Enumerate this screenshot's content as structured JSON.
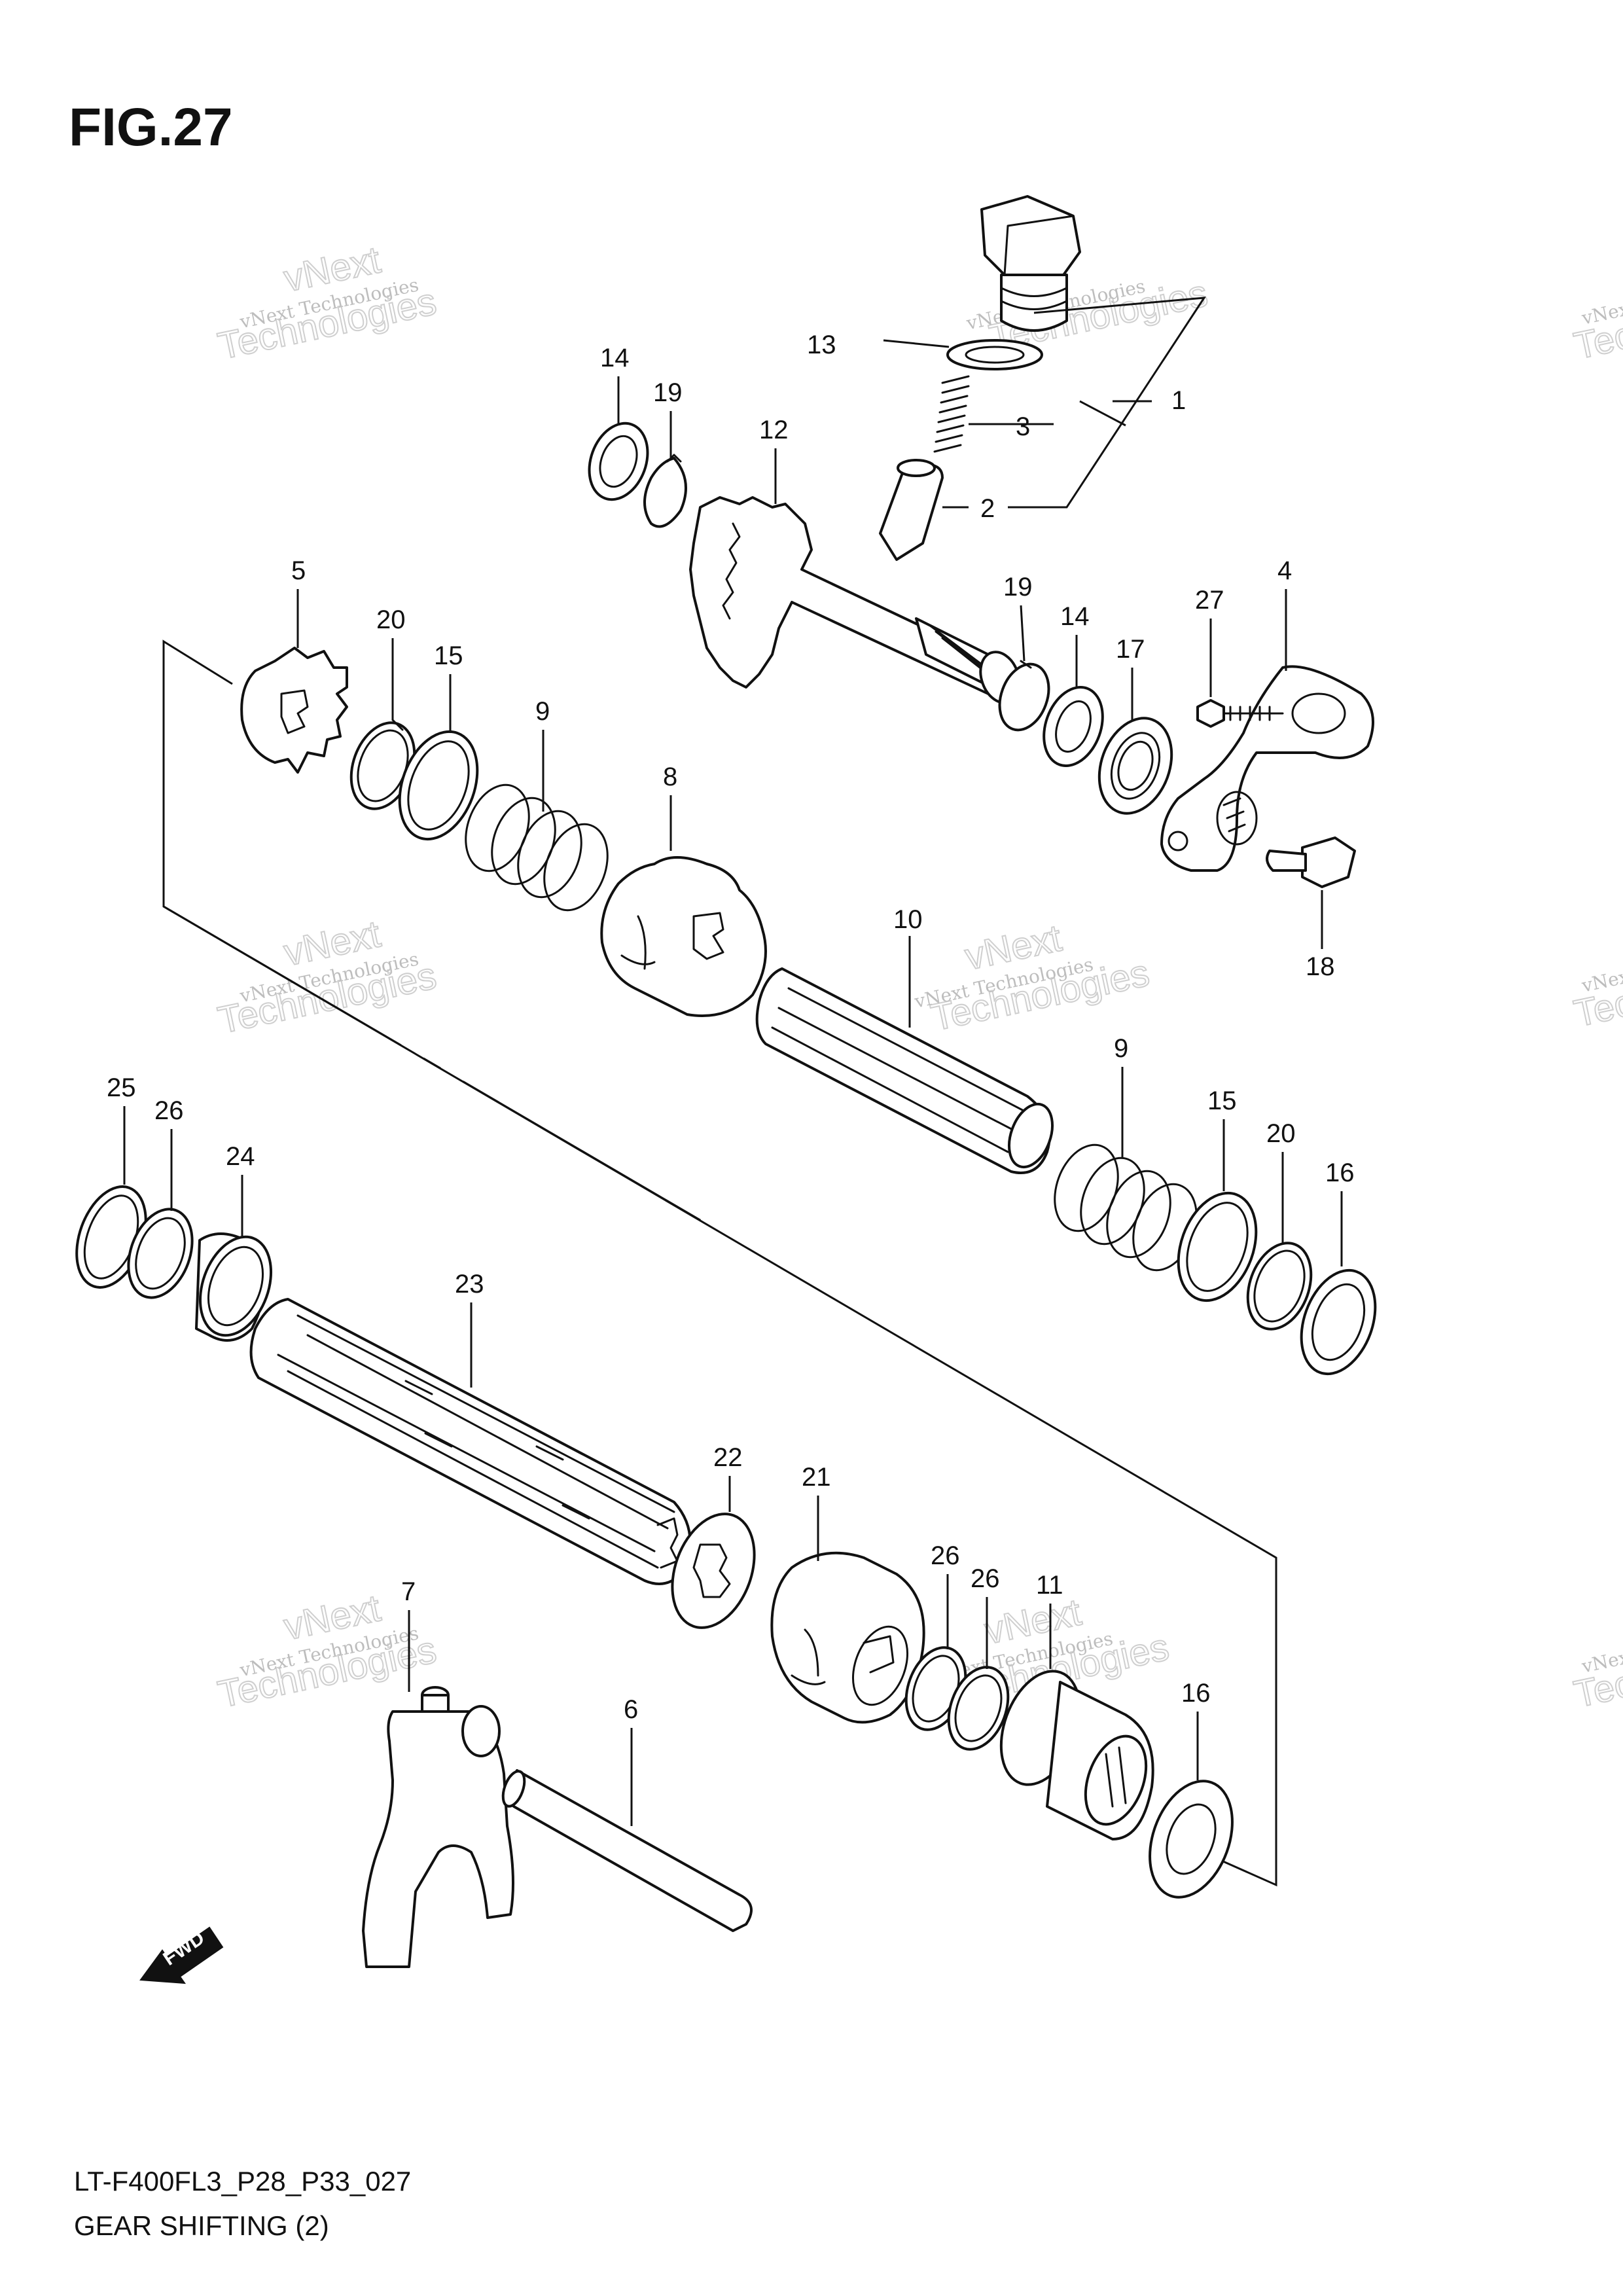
{
  "figure": {
    "title": "FIG.27"
  },
  "footer": {
    "code": "LT-F400FL3_P28_P33_027",
    "caption": "GEAR SHIFTING (2)"
  },
  "watermark": {
    "line1": "vNext Technologies",
    "line2": "vNext",
    "line3": "Technologies"
  },
  "fwd_label": "FWD",
  "callouts": {
    "c1": "1",
    "c2": "2",
    "c3": "3",
    "c4": "4",
    "c5": "5",
    "c6": "6",
    "c7": "7",
    "c8": "8",
    "c9a": "9",
    "c9b": "9",
    "c10": "10",
    "c11": "11",
    "c12": "12",
    "c13": "13",
    "c14a": "14",
    "c14b": "14",
    "c15a": "15",
    "c15b": "15",
    "c16a": "16",
    "c16b": "16",
    "c17": "17",
    "c18": "18",
    "c19a": "19",
    "c19b": "19",
    "c20a": "20",
    "c20b": "20",
    "c21": "21",
    "c22": "22",
    "c23": "23",
    "c24": "24",
    "c25": "25",
    "c26a": "26",
    "c26b": "26",
    "c26c": "26",
    "c27": "27"
  }
}
